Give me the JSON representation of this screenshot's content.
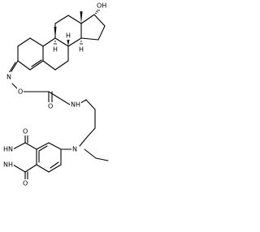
{
  "molecule": {
    "atoms": {
      "hydroxyl": "OH",
      "oxime_n": "N",
      "oxime_o": "O",
      "carbonyl_o": "O",
      "amide_nh": "NH",
      "amine_n": "N",
      "ring_o_top": "O",
      "ring_o_bottom": "O",
      "hydrazide_hn": "HN",
      "hydrazide_nh": "NH"
    },
    "stereo_h": {
      "h_c8": "H",
      "h_c9": "H",
      "h_c14": "H"
    }
  }
}
